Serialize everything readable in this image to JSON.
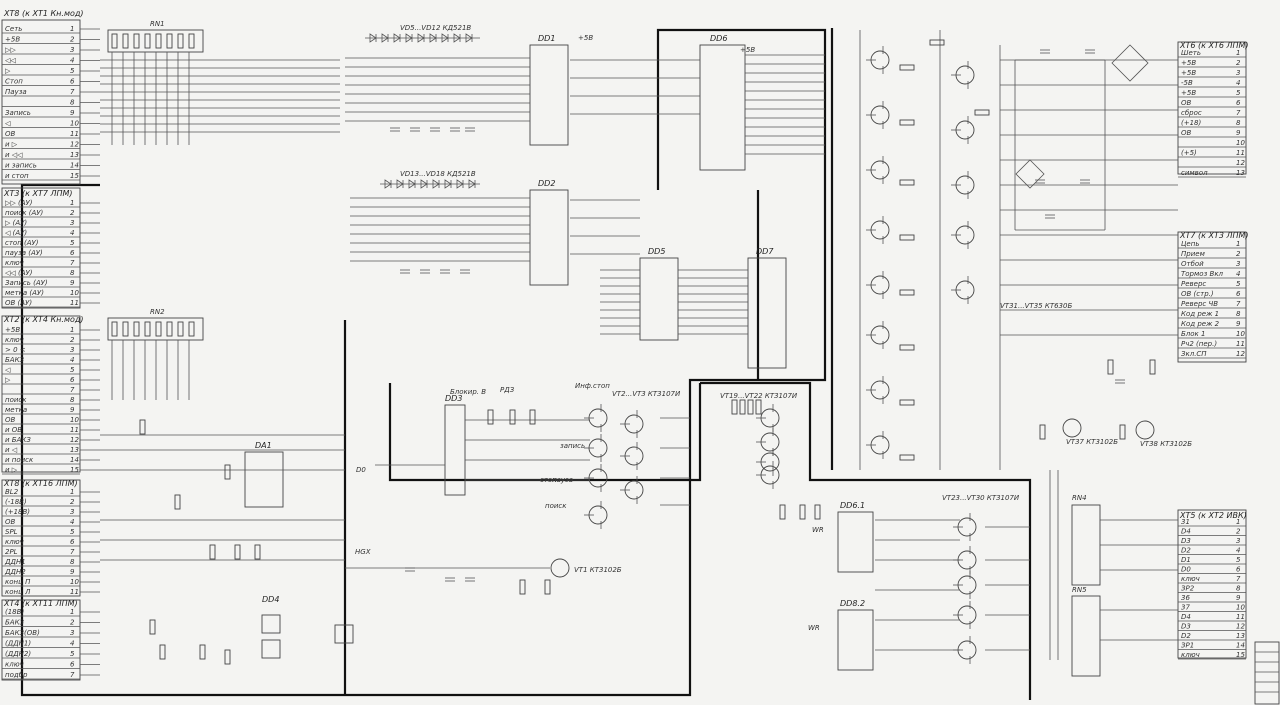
{
  "connectors": {
    "xt8": {
      "title": "XT8 (к XT1 Кн.мод)",
      "pins": [
        "Сеть",
        "+5В",
        "▷▷",
        "◁◁",
        "▷",
        "Стоп",
        "Пауза",
        "",
        "Запись",
        "◁",
        "ОВ",
        "и ▷",
        "и ◁◁",
        "и запись",
        "и стоп"
      ]
    },
    "xt3": {
      "title": "XT3 (к XT7 ЛПМ)",
      "pins": [
        "▷▷ (АУ)",
        "поиск (АУ)",
        "▷ (АУ)",
        "◁ (АУ)",
        "стоп (АУ)",
        "пауза (АУ)",
        "ключ",
        "◁◁ (АУ)",
        "Запись (АУ)",
        "метка (АУ)",
        "ОВ (АУ)"
      ]
    },
    "xt2": {
      "title": "XT2 (к XT4 Кн.мод)",
      "pins": [
        "+5В",
        "ключ",
        "> 0 <",
        "БАКЗ",
        "◁",
        "▷",
        "",
        "поиск",
        "метка",
        "ОВ",
        "и ОВ",
        "и БАКЗ",
        "и ◁",
        "и поиск",
        "и ▷"
      ]
    },
    "xt8b": {
      "title": "XT8 (к XT16 ЛПМ)",
      "pins": [
        "BL2",
        "(-18В)",
        "(+18В)",
        "ОВ",
        "SPL",
        "ключ",
        "2PL",
        "ДДН1",
        "ДДН2",
        "конц П",
        "конц Л"
      ]
    },
    "xt4": {
      "title": "XT4 (к XT11 ЛПМ)",
      "pins": [
        "(18В)",
        "БАКЗ",
        "БАКЗ(ОВ)",
        "(ДДН1)",
        "(ДДН2)",
        "ключ",
        "подбр"
      ]
    },
    "xt6": {
      "title": "XT6 (к XT6 ЛПМ)",
      "pins": [
        "Шеть",
        "+5В",
        "+5В",
        "-5В",
        "+5В",
        "ОВ",
        "сброс",
        "(+18)",
        "ОВ",
        "",
        "(+5)",
        "",
        "символ"
      ]
    },
    "xt7": {
      "title": "XT7 (к XT3 ЛПМ)",
      "pins": [
        "Цепь",
        "Прием",
        "Отбой",
        "Тормоз Вкл",
        "Реверс",
        "ОВ (стр.)",
        "Реверс ЧВ",
        "Код реж 1",
        "Код реж 2",
        "Блок 1",
        "Рч2 (пер.)",
        "Зкл.СП"
      ]
    },
    "xt5": {
      "title": "XT5 (к XT2 ИВК)",
      "pins": [
        "31",
        "D4",
        "D3",
        "D2",
        "D1",
        "D0",
        "ключ",
        "ЗР2",
        "36",
        "37",
        "D4",
        "D3",
        "D2",
        "ЗР1",
        "ключ"
      ]
    }
  },
  "chips": {
    "dd1": "DD1",
    "dd2": "DD2",
    "dd3": "DD3",
    "dd5": "DD5",
    "dd6": "DD6",
    "dd7": "DD7",
    "dd61": "DD6.1",
    "dd82": "DD8.2",
    "da1": "DA1",
    "dd4": "DD4"
  },
  "part_labels": {
    "rn1": "RN1",
    "rn2": "RN2",
    "rn4": "RN4",
    "rn5": "RN5",
    "vd5": "VD5...VD12 КД521В",
    "vd13": "VD13...VD18 КД521В",
    "vt2": "VT2...VT3 КТ3107И",
    "vt19": "VT19...VT22 КТ3107И",
    "vt23": "VT23...VT30 КТ3107И",
    "vt31": "VT31...VT35 КТ630Б",
    "vt1": "VT1 КТ3102Б",
    "vt37": "VT37 КТ3102Б",
    "vt38": "VT38 КТ3102Б"
  },
  "signals": {
    "power": "+5В",
    "stop": "стоп",
    "zapis": "запись",
    "pauza": "пауза",
    "poisk": "поиск",
    "inf_stop": "Инф.стоп",
    "blokir": "Блокир. В",
    "rdz": "РДЗ",
    "wr": "WR",
    "ngx": "HGX",
    "d0": "D0"
  },
  "colors": {
    "paper": "#f4f4f2",
    "ink": "#333333",
    "bus": "#111111"
  }
}
